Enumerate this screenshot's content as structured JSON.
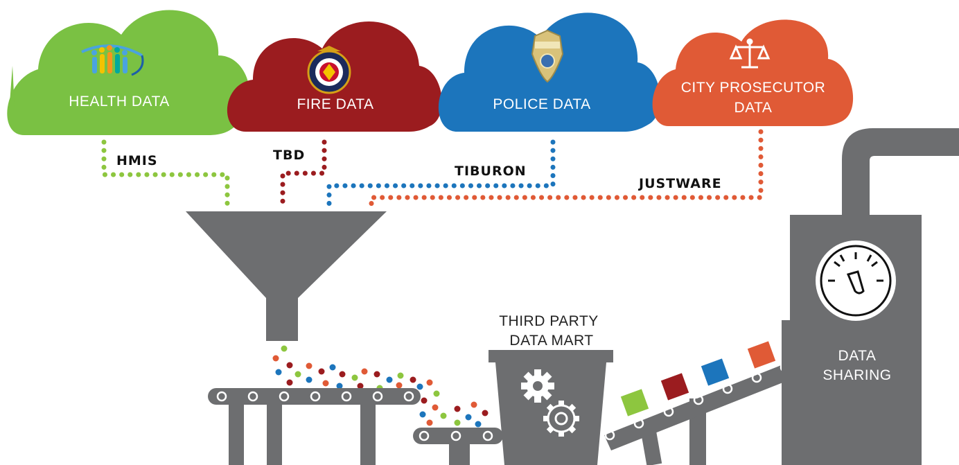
{
  "sources": [
    {
      "id": "health",
      "label": "HEALTH DATA",
      "system": "HMIS",
      "color": "#7ac143",
      "icon": "people-logo-icon"
    },
    {
      "id": "fire",
      "label": "FIRE DATA",
      "system": "TBD",
      "color": "#9b1c1f",
      "icon": "fire-department-seal-icon"
    },
    {
      "id": "police",
      "label": "POLICE DATA",
      "system": "TIBURON",
      "color": "#1c75bc",
      "icon": "police-badge-icon"
    },
    {
      "id": "prosecutor",
      "label_lines": [
        "CITY PROSECUTOR",
        "DATA"
      ],
      "system": "JUSTWARE",
      "color": "#e05a36",
      "icon": "scales-of-justice-icon"
    }
  ],
  "mart": {
    "lines": [
      "THIRD PARTY",
      "DATA MART"
    ]
  },
  "sharing": {
    "lines": [
      "DATA",
      "SHARING"
    ]
  },
  "colors": {
    "machine": "#6d6e70",
    "background": "#ffffff"
  }
}
